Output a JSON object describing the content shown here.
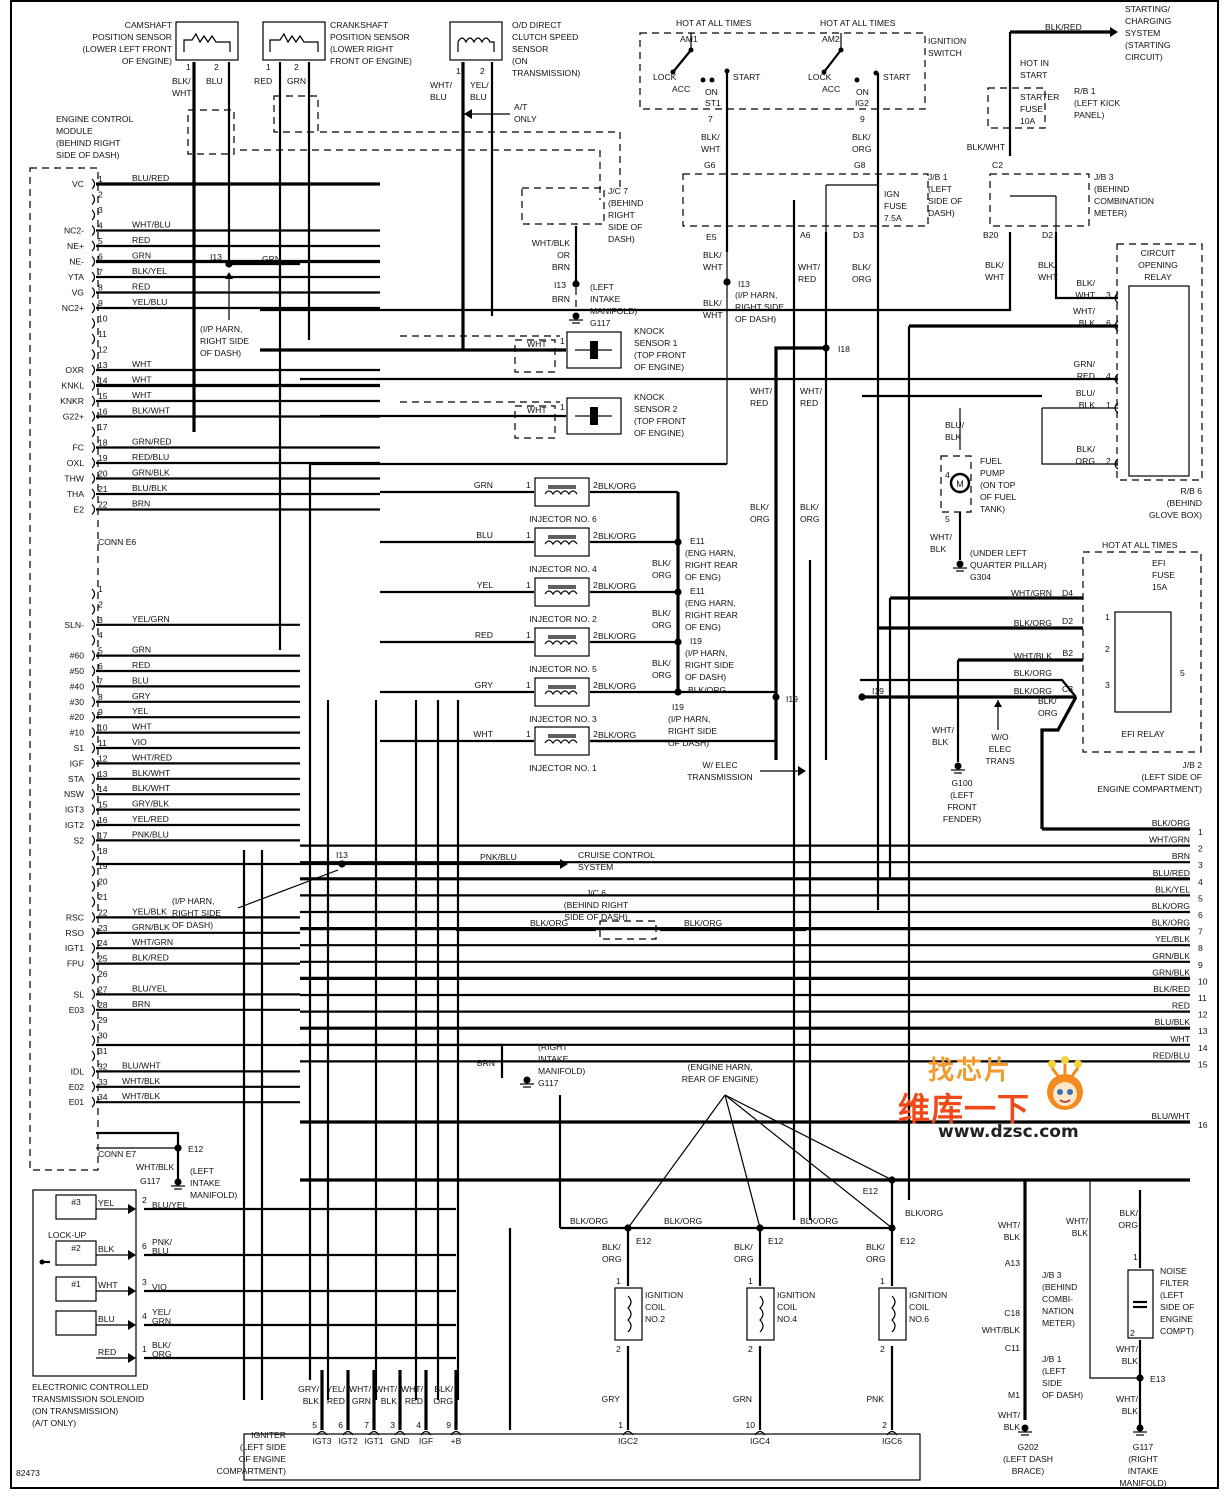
{
  "diagram": {
    "figure_id": "82473",
    "ecm": {
      "title": [
        "ENGINE CONTROL",
        "MODULE",
        "(BEHIND RIGHT",
        "SIDE OF DASH)"
      ],
      "conn_e6_label": "CONN E6",
      "conn_e7_label": "CONN E7",
      "conn_e6": [
        {
          "pin": "1",
          "name": "VC",
          "wire": "BLU/RED"
        },
        {
          "pin": "2",
          "name": "",
          "wire": ""
        },
        {
          "pin": "3",
          "name": "",
          "wire": ""
        },
        {
          "pin": "4",
          "name": "NC2-",
          "wire": "WHT/BLU"
        },
        {
          "pin": "5",
          "name": "NE+",
          "wire": "RED"
        },
        {
          "pin": "6",
          "name": "NE-",
          "wire": "GRN"
        },
        {
          "pin": "7",
          "name": "YTA",
          "wire": "BLK/YEL"
        },
        {
          "pin": "8",
          "name": "VG",
          "wire": "RED"
        },
        {
          "pin": "9",
          "name": "NC2+",
          "wire": "YEL/BLU"
        },
        {
          "pin": "10",
          "name": "",
          "wire": ""
        },
        {
          "pin": "11",
          "name": "",
          "wire": ""
        },
        {
          "pin": "12",
          "name": "",
          "wire": ""
        },
        {
          "pin": "13",
          "name": "OXR",
          "wire": "WHT"
        },
        {
          "pin": "14",
          "name": "KNKL",
          "wire": "WHT"
        },
        {
          "pin": "15",
          "name": "KNKR",
          "wire": "WHT"
        },
        {
          "pin": "16",
          "name": "G22+",
          "wire": "BLK/WHT"
        },
        {
          "pin": "17",
          "name": "",
          "wire": ""
        },
        {
          "pin": "18",
          "name": "FC",
          "wire": "GRN/RED"
        },
        {
          "pin": "19",
          "name": "OXL",
          "wire": "RED/BLU"
        },
        {
          "pin": "20",
          "name": "THW",
          "wire": "GRN/BLK"
        },
        {
          "pin": "21",
          "name": "THA",
          "wire": "BLU/BLK"
        },
        {
          "pin": "22",
          "name": "E2",
          "wire": "BRN"
        }
      ],
      "conn_e7": [
        {
          "pin": "1",
          "name": "",
          "wire": ""
        },
        {
          "pin": "2",
          "name": "",
          "wire": ""
        },
        {
          "pin": "3",
          "name": "SLN-",
          "wire": "YEL/GRN"
        },
        {
          "pin": "4",
          "name": "",
          "wire": ""
        },
        {
          "pin": "5",
          "name": "#60",
          "wire": "GRN"
        },
        {
          "pin": "6",
          "name": "#50",
          "wire": "RED"
        },
        {
          "pin": "7",
          "name": "#40",
          "wire": "BLU"
        },
        {
          "pin": "8",
          "name": "#30",
          "wire": "GRY"
        },
        {
          "pin": "9",
          "name": "#20",
          "wire": "YEL"
        },
        {
          "pin": "10",
          "name": "#10",
          "wire": "WHT"
        },
        {
          "pin": "11",
          "name": "S1",
          "wire": "VIO"
        },
        {
          "pin": "12",
          "name": "IGF",
          "wire": "WHT/RED"
        },
        {
          "pin": "13",
          "name": "STA",
          "wire": "BLK/WHT"
        },
        {
          "pin": "14",
          "name": "NSW",
          "wire": "BLK/WHT"
        },
        {
          "pin": "15",
          "name": "IGT3",
          "wire": "GRY/BLK"
        },
        {
          "pin": "16",
          "name": "IGT2",
          "wire": "YEL/RED"
        },
        {
          "pin": "17",
          "name": "S2",
          "wire": "PNK/BLU"
        },
        {
          "pin": "18",
          "name": "",
          "wire": ""
        },
        {
          "pin": "19",
          "name": "",
          "wire": ""
        },
        {
          "pin": "20",
          "name": "",
          "wire": ""
        },
        {
          "pin": "21",
          "name": "",
          "wire": ""
        },
        {
          "pin": "22",
          "name": "RSC",
          "wire": "YEL/BLK"
        },
        {
          "pin": "23",
          "name": "RSO",
          "wire": "GRN/BLK"
        },
        {
          "pin": "24",
          "name": "IGT1",
          "wire": "WHT/GRN"
        },
        {
          "pin": "25",
          "name": "FPU",
          "wire": "BLK/RED"
        },
        {
          "pin": "26",
          "name": "",
          "wire": ""
        },
        {
          "pin": "27",
          "name": "SL",
          "wire": "BLU/YEL"
        },
        {
          "pin": "28",
          "name": "E03",
          "wire": "BRN"
        },
        {
          "pin": "29",
          "name": "",
          "wire": ""
        },
        {
          "pin": "30",
          "name": "",
          "wire": ""
        },
        {
          "pin": "31",
          "name": "",
          "wire": ""
        },
        {
          "pin": "32",
          "name": "IDL",
          "wire": "BLU/WHT"
        },
        {
          "pin": "33",
          "name": "E02",
          "wire": "WHT/BLK"
        },
        {
          "pin": "34",
          "name": "E01",
          "wire": "WHT/BLK"
        }
      ]
    },
    "sensors": {
      "camshaft": {
        "label": [
          "CAMSHAFT",
          "POSITION SENSOR",
          "(LOWER LEFT FRONT",
          "OF ENGINE)"
        ],
        "pins": [
          "1",
          "2"
        ],
        "wires": [
          "BLK/ WHT",
          "BLU"
        ]
      },
      "crankshaft": {
        "label": [
          "CRANKSHAFT",
          "POSITION SENSOR",
          "(LOWER RIGHT",
          "FRONT OF ENGINE)"
        ],
        "pins": [
          "1",
          "2"
        ],
        "wires": [
          "RED",
          "GRN"
        ]
      },
      "od_clutch": {
        "label": [
          "O/D DIRECT",
          "CLUTCH SPEED",
          "SENSOR",
          "(ON",
          "TRANSMISSION)"
        ],
        "pins": [
          "1",
          "2"
        ],
        "wires": [
          "WHT/ BLU",
          "YEL/ BLU"
        ],
        "note": "A/T ONLY"
      },
      "knock1": {
        "label": [
          "KNOCK",
          "SENSOR 1",
          "(TOP FRONT",
          "OF ENGINE)"
        ],
        "wire": "WHT",
        "pin": "1"
      },
      "knock2": {
        "label": [
          "KNOCK",
          "SENSOR 2",
          "(TOP FRONT",
          "OF ENGINE)"
        ],
        "wire": "WHT",
        "pin": "1"
      }
    },
    "ignition_switch": {
      "label": [
        "IGNITION",
        "SWITCH"
      ],
      "hot1": "HOT AT ALL TIMES",
      "hot2": "HOT AT ALL TIMES",
      "am1": "AM1",
      "am2": "AM2",
      "positions": [
        "LOCK",
        "ACC",
        "ON",
        "START"
      ],
      "st1": "ST1",
      "ig2": "IG2",
      "pin_st1": "7",
      "pin_ig2": "9",
      "wire_st1": "BLK/ WHT",
      "wire_ig2": "BLK/ ORG"
    },
    "jb1": {
      "label": [
        "J/B 1",
        "(LEFT",
        "SIDE OF",
        "DASH)"
      ],
      "fuse": [
        "IGN",
        "FUSE",
        "7.5A"
      ],
      "conn": [
        "G6",
        "G8",
        "E5",
        "A6",
        "D3"
      ]
    },
    "jb3": {
      "label": [
        "J/B 3",
        "(BEHIND",
        "COMBINATION",
        "METER)"
      ],
      "conn": [
        "C2",
        "B20",
        "D2"
      ]
    },
    "rb1": {
      "label": [
        "R/B 1",
        "(LEFT KICK",
        "PANEL)"
      ],
      "fuse": [
        "STARTER",
        "FUSE",
        "10A"
      ],
      "hot": [
        "HOT IN",
        "START"
      ],
      "wire": "BLK/WHT"
    },
    "starting": {
      "wire": "BLK/RED",
      "label": [
        "STARTING/",
        "CHARGING",
        "SYSTEM",
        "(STARTING",
        "CIRCUIT)"
      ]
    },
    "jc7": {
      "label": [
        "J/C 7",
        "(BEHIND",
        "RIGHT",
        "SIDE OF",
        "DASH)"
      ],
      "wire": [
        "WHT/BLK",
        "OR",
        "BRN"
      ],
      "splice": "I13",
      "ground_wire": "BRN",
      "ground": [
        "(LEFT",
        "INTAKE",
        "MANIFOLD)",
        "G117"
      ]
    },
    "circuit_opening_relay": {
      "label": [
        "CIRCUIT",
        "OPENING",
        "RELAY"
      ],
      "box": [
        "R/B 6",
        "(BEHIND",
        "GLOVE BOX)"
      ],
      "pins": [
        {
          "pin": "3",
          "wire": "BLK/ WHT"
        },
        {
          "pin": "6",
          "wire": "WHT/ BLK"
        },
        {
          "pin": "4",
          "wire": "GRN/ RED"
        },
        {
          "pin": "1",
          "wire": "BLU/ BLK"
        },
        {
          "pin": "2",
          "wire": "BLK/ ORG"
        }
      ]
    },
    "fuel_pump": {
      "label": [
        "FUEL",
        "PUMP",
        "(ON TOP",
        "OF FUEL",
        "TANK)"
      ],
      "pins": [
        "4",
        "5"
      ],
      "wire_in": "BLU/ BLK",
      "wire_out": "WHT/ BLK",
      "ground": [
        "(UNDER LEFT",
        "QUARTER PILLAR)",
        "G304"
      ],
      "symbol": "M"
    },
    "efi_relay": {
      "hot": "HOT AT ALL TIMES",
      "fuse": [
        "EFI",
        "FUSE",
        "15A"
      ],
      "label": "EFI RELAY",
      "box": [
        "J/B 2",
        "(LEFT SIDE OF",
        "ENGINE COMPARTMENT)"
      ],
      "conns": [
        {
          "conn": "D4",
          "wire": "WHT/GRN"
        },
        {
          "conn": "D2",
          "wire": "BLK/ORG",
          "pin": "1"
        },
        {
          "conn": "B2",
          "wire": "WHT/BLK",
          "pin": "2"
        },
        {
          "conn": "C3",
          "wire": "BLK/ORG",
          "pin": "3"
        },
        {
          "conn": "",
          "wire": "BLK/ORG"
        }
      ],
      "pin5": "5",
      "out_wire": "BLK/ ORG",
      "wo_elec": [
        "W/O",
        "ELEC",
        "TRANS"
      ],
      "ground_wire": "WHT/ BLK",
      "ground": [
        "G100",
        "(LEFT",
        "FRONT",
        "FENDER)"
      ]
    },
    "injectors": [
      {
        "name": "INJECTOR NO. 6",
        "wire_in": "GRN",
        "wire_out": "BLK/ORG"
      },
      {
        "name": "INJECTOR NO. 4",
        "wire_in": "BLU",
        "wire_out": "BLK/ORG"
      },
      {
        "name": "INJECTOR NO. 2",
        "wire_in": "YEL",
        "wire_out": "BLK/ORG"
      },
      {
        "name": "INJECTOR NO. 5",
        "wire_in": "RED",
        "wire_out": "BLK/ORG"
      },
      {
        "name": "INJECTOR NO. 3",
        "wire_in": "GRY",
        "wire_out": "BLK/ORG"
      },
      {
        "name": "INJECTOR NO. 1",
        "wire_in": "WHT",
        "wire_out": "BLK/ORG"
      }
    ],
    "injector_splices": [
      {
        "id": "E11",
        "desc": [
          "(ENG HARN,",
          "RIGHT REAR",
          "OF ENG)"
        ]
      },
      {
        "id": "E11",
        "desc": [
          "(ENG HARN,",
          "RIGHT REAR",
          "OF ENG)"
        ]
      },
      {
        "id": "I19",
        "desc": [
          "(I/P HARN,",
          "RIGHT SIDE",
          "OF DASH)"
        ]
      },
      {
        "id": "I19",
        "desc": [
          "(I/P HARN,",
          "RIGHT SIDE",
          "OF DASH)"
        ]
      }
    ],
    "misc_labels": {
      "ip_harn": [
        "(I/P HARN,",
        "RIGHT SIDE",
        "OF DASH)"
      ],
      "i13": "I13",
      "i18": "I18",
      "i19": "I19",
      "blk_org": "BLK/ ORG",
      "blk_org_single": "BLK/ORG",
      "wht_red": "WHT/ RED",
      "blk_wht": "BLK/ WHT",
      "wht_blk": "WHT/ BLK",
      "w_elec": [
        "W/ ELEC",
        "TRANSMISSION"
      ],
      "cruise": [
        "CRUISE CONTROL",
        "SYSTEM"
      ],
      "pnk_blu": "PNK/BLU",
      "jc6": [
        "J/C 6",
        "(BEHIND RIGHT",
        "SIDE OF DASH)"
      ],
      "right_intake": [
        "(RIGHT",
        "INTAKE",
        "MANIFOLD)",
        "G117"
      ],
      "brn": "BRN",
      "engine_harn": [
        "(ENGINE HARN,",
        "REAR OF ENGINE)"
      ],
      "e12": "E12",
      "e13": "E13",
      "left_intake_e12": [
        "(LEFT",
        "INTAKE",
        "MANIFOLD)"
      ],
      "g117": "G117",
      "a_t_only": [
        "A/T",
        "ONLY"
      ]
    },
    "right_connector": [
      {
        "pin": "1",
        "wire": "BLK/ORG"
      },
      {
        "pin": "2",
        "wire": "WHT/GRN"
      },
      {
        "pin": "3",
        "wire": "BRN"
      },
      {
        "pin": "4",
        "wire": "BLU/RED"
      },
      {
        "pin": "5",
        "wire": "BLK/YEL"
      },
      {
        "pin": "6",
        "wire": "BLK/ORG"
      },
      {
        "pin": "7",
        "wire": "BLK/ORG"
      },
      {
        "pin": "8",
        "wire": "YEL/BLK"
      },
      {
        "pin": "9",
        "wire": "GRN/BLK"
      },
      {
        "pin": "10",
        "wire": "GRN/BLK"
      },
      {
        "pin": "11",
        "wire": "BLK/RED"
      },
      {
        "pin": "12",
        "wire": "RED"
      },
      {
        "pin": "13",
        "wire": "BLU/BLK"
      },
      {
        "pin": "14",
        "wire": "WHT"
      },
      {
        "pin": "15",
        "wire": "RED/BLU"
      },
      {
        "pin": "16",
        "wire": "BLU/WHT"
      }
    ],
    "trans_solenoid": {
      "label": [
        "ELECTRONIC CONTROLLED",
        "TRANSMISSION SOLENOID",
        "(ON TRANSMISSION)",
        "(A/T ONLY)"
      ],
      "lockup": "LOCK-UP",
      "solenoids": [
        {
          "name": "#3",
          "wire": "YEL",
          "pin": "2",
          "harness": "BLU/YEL"
        },
        {
          "name": "#2",
          "wire": "BLK",
          "pin": "6",
          "harness": "PNK/ BLU"
        },
        {
          "name": "#1",
          "wire": "WHT",
          "pin": "3",
          "harness": "VIO"
        },
        {
          "name": "",
          "wire": "BLU",
          "pin": "4",
          "harness": "YEL/ GRN"
        },
        {
          "name": "",
          "wire": "RED",
          "pin": "1",
          "harness": "BLK/ ORG"
        }
      ]
    },
    "ignition_coils": [
      {
        "name": [
          "IGNITION",
          "COIL",
          "NO.2"
        ],
        "splice": "E12",
        "wire_in": "BLK/ ORG",
        "wire_out": "GRY",
        "pins": [
          "1",
          "2"
        ]
      },
      {
        "name": [
          "IGNITION",
          "COIL",
          "NO.4"
        ],
        "splice": "E12",
        "wire_in": "BLK/ ORG",
        "wire_out": "GRN",
        "pins": [
          "1",
          "2"
        ]
      },
      {
        "name": [
          "IGNITION",
          "COIL",
          "NO.6"
        ],
        "splice": "E12",
        "wire_in": "BLK/ ORG",
        "wire_out": "PNK",
        "pins": [
          "1",
          "2"
        ]
      }
    ],
    "igniter": {
      "label": [
        "IGNITER",
        "(LEFT SIDE",
        "OF ENGINE",
        "COMPARTMENT)"
      ],
      "pins": [
        {
          "pin": "5",
          "name": "IGT3",
          "wire": "GRY/ BLK"
        },
        {
          "pin": "6",
          "name": "IGT2",
          "wire": "YEL/ RED"
        },
        {
          "pin": "7",
          "name": "IGT1",
          "wire": "WHT/ GRN"
        },
        {
          "pin": "3",
          "name": "GND",
          "wire": "WHT/ BLK"
        },
        {
          "pin": "4",
          "name": "IGF",
          "wire": "WHT/ RED"
        },
        {
          "pin": "9",
          "name": "+B",
          "wire": "BLK/ ORG"
        },
        {
          "pin": "1",
          "name": "IGC2",
          "wire": "GRY"
        },
        {
          "pin": "10",
          "name": "IGC4",
          "wire": "GRN"
        },
        {
          "pin": "2",
          "name": "IGC6",
          "wire": "PNK"
        }
      ]
    },
    "ground_g202": {
      "label": [
        "G202",
        "(LEFT DASH",
        "BRACE)"
      ],
      "wire": "WHT/ BLK",
      "jb3": [
        "J/B 3",
        "(BEHIND",
        "COMBI-",
        "NATION",
        "METER)"
      ],
      "jb1": [
        "J/B 1",
        "(LEFT",
        "SIDE",
        "OF DASH)"
      ],
      "conns": [
        "A13",
        "C18",
        "C11",
        "M1"
      ],
      "mid_wire": "WHT/BLK"
    },
    "noise_filter": {
      "label": [
        "NOISE",
        "FILTER",
        "(LEFT",
        "SIDE OF",
        "ENGINE",
        "COMPT)"
      ],
      "pins": [
        "1",
        "2"
      ],
      "wire_in": "BLK/ ORG",
      "wire_out": "WHT/ BLK",
      "splice": "E13",
      "ground": [
        "G117",
        "(RIGHT",
        "INTAKE",
        "MANIFOLD)"
      ]
    },
    "watermark": {
      "cn_top": "找芯片",
      "cn_bottom": "维库一下",
      "url": "www.dzsc.com"
    }
  }
}
